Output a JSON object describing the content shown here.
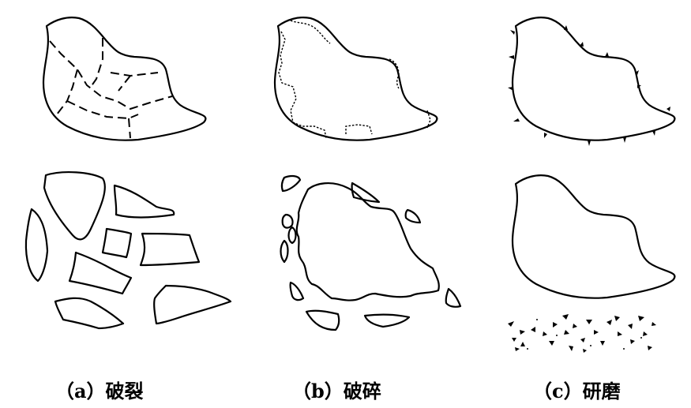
{
  "panels": [
    {
      "label": "（a）破裂"
    },
    {
      "label": "（b）破碎"
    },
    {
      "label": "（c）研磨"
    }
  ],
  "colors": {
    "stroke": "#000000",
    "background": "#ffffff"
  }
}
